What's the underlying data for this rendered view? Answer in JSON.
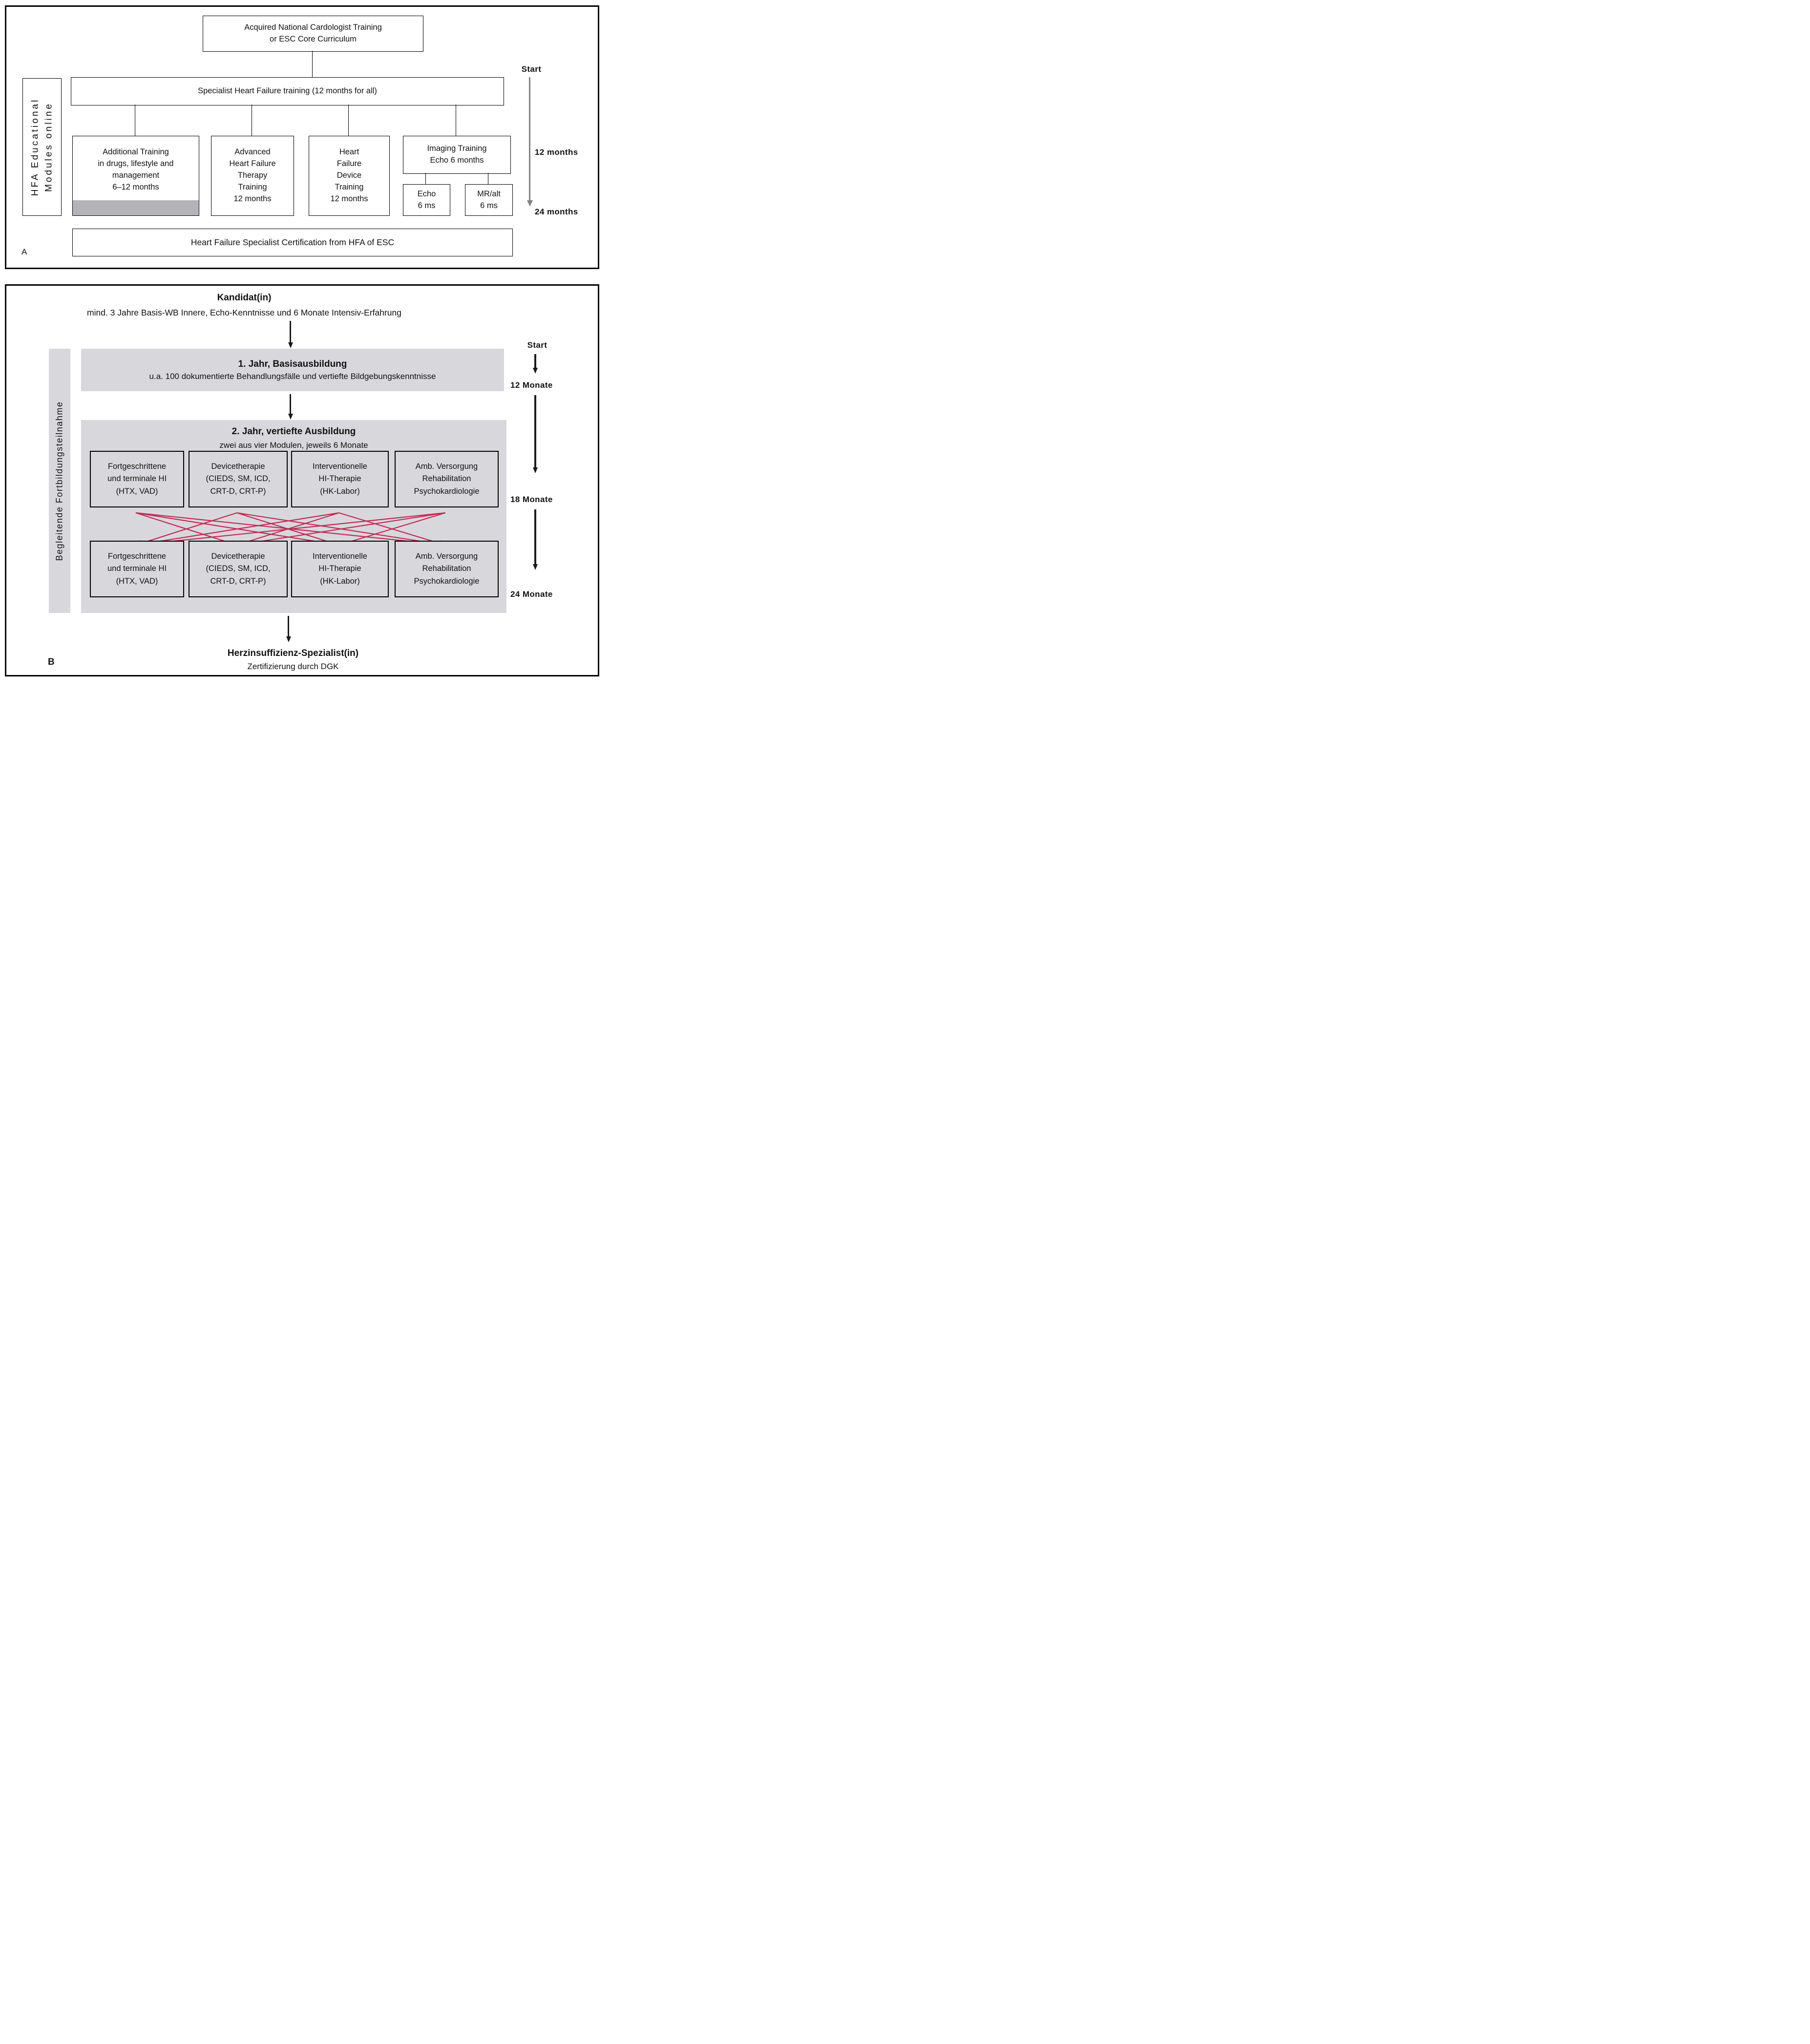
{
  "colors": {
    "gray_fill": "#d8d8dc",
    "gray_strip": "#b4b4b8",
    "arrow_gray": "#828282",
    "arrow_red": "#c22a55"
  },
  "panel_a": {
    "label": "A",
    "top_box": {
      "text": "Acquired National Cardologist Training\nor ESC Core Curriculum"
    },
    "hfa_label": "HFA Educational\nModules online",
    "specialist_box": "Specialist Heart Failure training (12 months for all)",
    "modules": [
      {
        "text": "Additional Training\nin drugs, lifestyle and\nmanagement\n6–12 months"
      },
      {
        "text": "Advanced\nHeart Failure\nTherapy\nTraining\n12 months"
      },
      {
        "text": "Heart\nFailure\nDevice\nTraining\n12 months"
      },
      {
        "text": "Imaging Training\nEcho 6 months"
      }
    ],
    "sub_modules": [
      {
        "text": "Echo\n6 ms"
      },
      {
        "text": "MR/alt\n6 ms"
      }
    ],
    "timeline": {
      "start": "Start",
      "m12": "12 months",
      "m24": "24 months"
    },
    "certification": "Heart Failure Specialist Certification from HFA of ESC"
  },
  "panel_b": {
    "label": "B",
    "title": "Kandidat(in)",
    "subtitle": "mind. 3 Jahre Basis-WB Innere, Echo-Kenntnisse und 6 Monate Intensiv-Erfahrung",
    "side_label": "Begleitende Fortbildungsteilnahme",
    "year1": {
      "title": "1. Jahr, Basisausbildung",
      "subtitle": "u.a. 100 dokumentierte Behandlungsfälle und vertiefte Bildgebungskenntnisse"
    },
    "year2": {
      "title": "2. Jahr, vertiefte Ausbildung",
      "subtitle": "zwei aus vier Modulen, jeweils 6 Monate"
    },
    "modules_row1": [
      {
        "text": "Fortgeschrittene\nund terminale HI\n(HTX, VAD)"
      },
      {
        "text": "Devicetherapie\n(CIEDS, SM, ICD,\nCRT-D, CRT-P)"
      },
      {
        "text": "Interventionelle\nHI-Therapie\n(HK-Labor)"
      },
      {
        "text": "Amb. Versorgung\nRehabilitation\nPsychokardiologie"
      }
    ],
    "modules_row2": [
      {
        "text": "Fortgeschrittene\nund terminale HI\n(HTX, VAD)"
      },
      {
        "text": "Devicetherapie\n(CIEDS, SM, ICD,\nCRT-D, CRT-P)"
      },
      {
        "text": "Interventionelle\nHI-Therapie\n(HK-Labor)"
      },
      {
        "text": "Amb. Versorgung\nRehabilitation\nPsychokardiologie"
      }
    ],
    "timeline": {
      "start": "Start",
      "m12": "12 Monate",
      "m18": "18 Monate",
      "m24": "24 Monate"
    },
    "result": {
      "title": "Herzinsuffizienz-Spezialist(in)",
      "subtitle": "Zertifizierung durch DGK"
    }
  }
}
